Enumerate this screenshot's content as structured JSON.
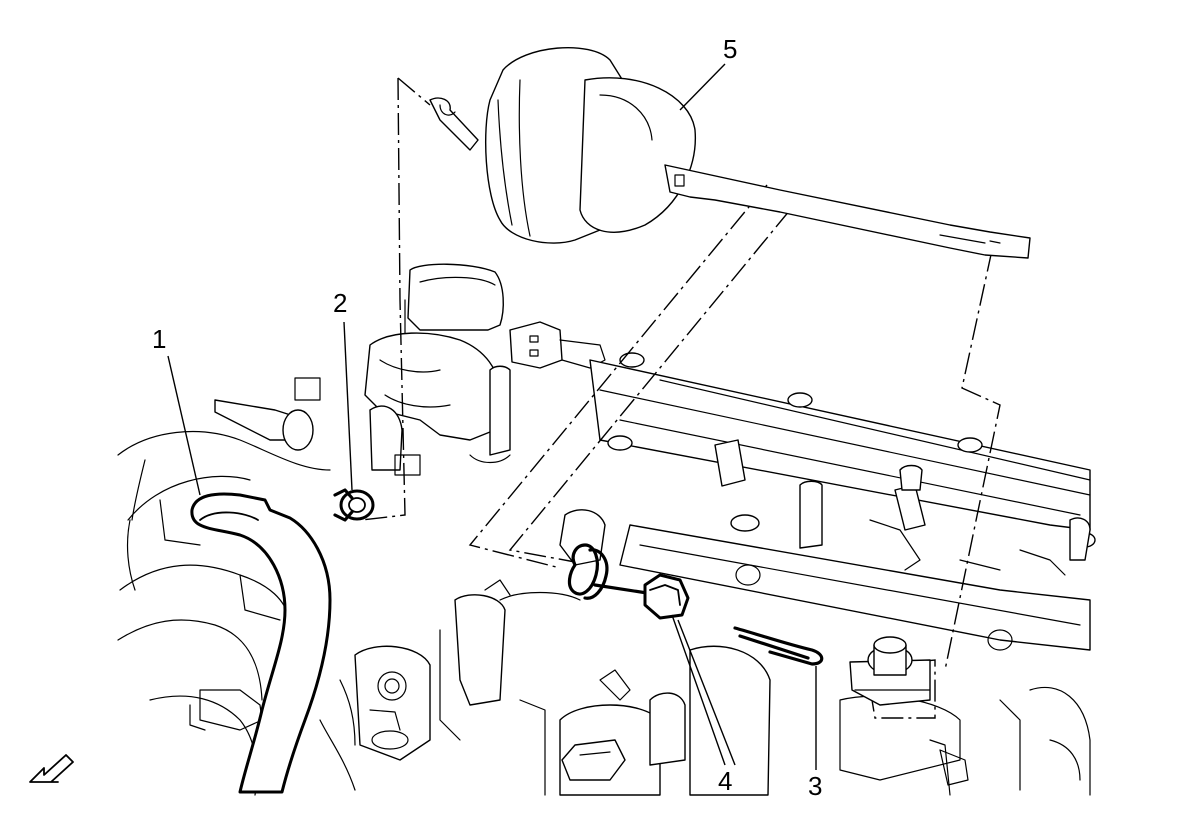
{
  "diagram": {
    "callouts": [
      {
        "id": "callout-1",
        "label": "1"
      },
      {
        "id": "callout-2",
        "label": "2"
      },
      {
        "id": "callout-3",
        "label": "3"
      },
      {
        "id": "callout-4",
        "label": "4"
      },
      {
        "id": "callout-5",
        "label": "5"
      }
    ],
    "icons": {
      "view_arrow": "front-view-arrow-icon"
    }
  }
}
